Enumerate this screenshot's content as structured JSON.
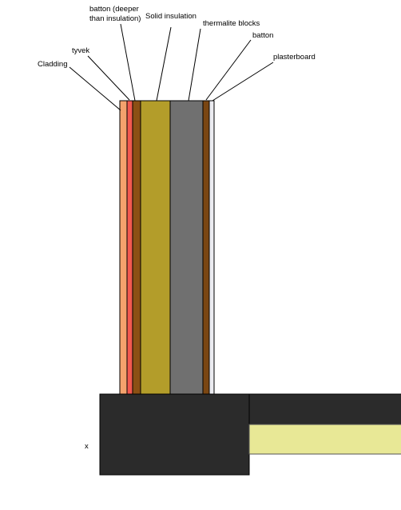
{
  "labels": {
    "cladding": "Cladding",
    "tyvek": "tyvek",
    "batton_deep_line1": "batton (deeper",
    "batton_deep_line2": "than insulation)",
    "solid_insulation": "Solid insulation",
    "thermalite_blocks": "thermalite blocks",
    "batton": "batton",
    "plasterboard": "plasterboard",
    "x_mark": "x"
  },
  "colors": {
    "cladding": "#f4a26d",
    "tyvek": "#f2594f",
    "batton_deep": "#8b5014",
    "solid_insulation": "#b39d2a",
    "thermalite_blocks": "#707070",
    "batton": "#7a4612",
    "plasterboard": "#ebebf0",
    "foundation": "#2b2b2b",
    "floor_slab": "#2b2b2b",
    "floor_insulation": "#e8e896",
    "outline": "#000000"
  }
}
